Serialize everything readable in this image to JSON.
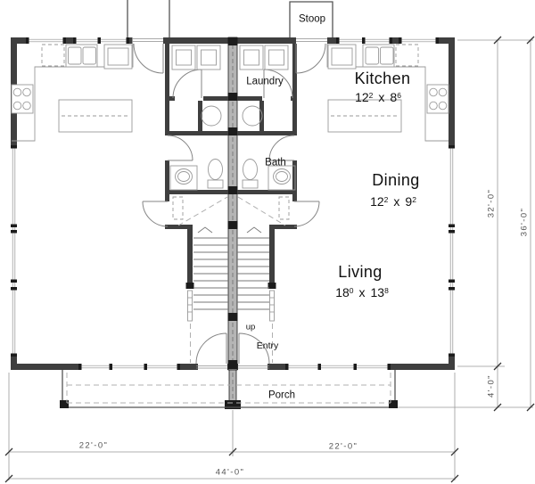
{
  "rooms": {
    "kitchen": {
      "name": "Kitchen",
      "dim": {
        "w": "12",
        "w_sup": "2",
        "sep": "x",
        "h": "8",
        "h_sup": "6"
      }
    },
    "dining": {
      "name": "Dining",
      "dim": {
        "w": "12",
        "w_sup": "2",
        "sep": "x",
        "h": "9",
        "h_sup": "2"
      }
    },
    "living": {
      "name": "Living",
      "dim": {
        "w": "18",
        "w_sup": "0",
        "sep": "x",
        "h": "13",
        "h_sup": "8"
      }
    }
  },
  "labels": {
    "stoop": "Stoop",
    "laundry": "Laundry",
    "bath": "Bath",
    "up": "up",
    "entry": "Entry",
    "porch": "Porch"
  },
  "dimensions": {
    "building_depth": "32'-0\"",
    "overall_depth": "36'-0\"",
    "porch_depth": "4'-0\"",
    "left_unit_width": "22'-0\"",
    "right_unit_width": "22'-0\"",
    "overall_width": "44'-0\""
  },
  "colors": {
    "background": "#ffffff",
    "wall": "#3f3f3f",
    "wall_cap": "#1c1c1c",
    "party_wall": "#b5b5b5",
    "glazing": "#8f8f8f",
    "fixture": "#9a9a9a",
    "door": "#858585",
    "stair": "#777777",
    "dash": "#b0b0b0",
    "dim_line": "#999999",
    "tick": "#333333",
    "dim_text": "#555555",
    "label_text": "#111111"
  }
}
